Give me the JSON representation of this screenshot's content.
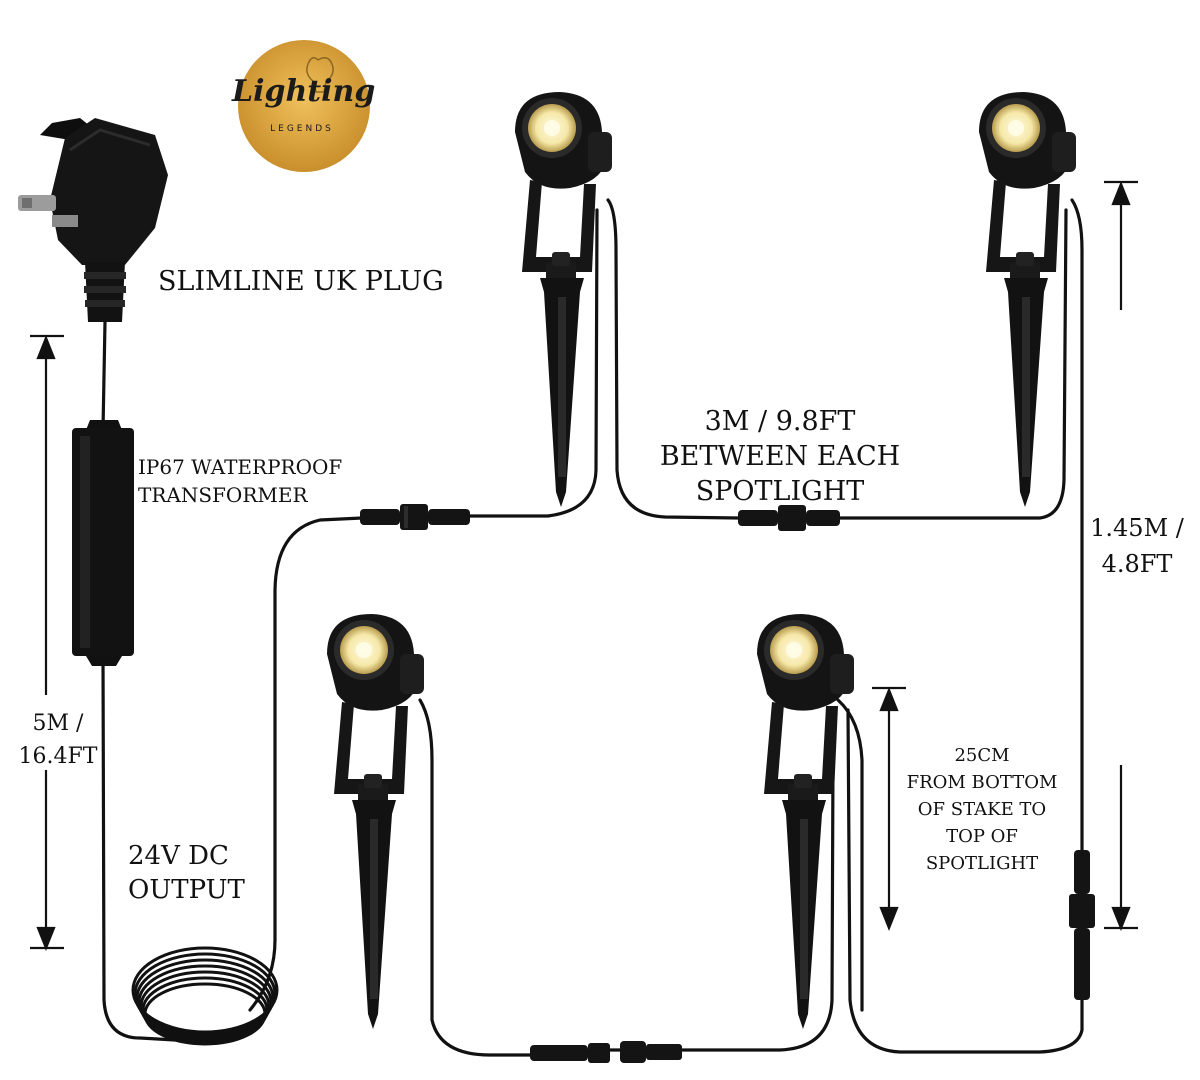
{
  "brand": {
    "logo_main": "Lighting",
    "logo_sub": "LEGENDS",
    "badge_color": "#d9a441"
  },
  "labels": {
    "plug": "SLIMLINE UK PLUG",
    "transformer": [
      "IP67 WATERPROOF",
      "TRANSFORMER"
    ],
    "output": [
      "24V DC",
      "OUTPUT"
    ],
    "cable_length": [
      "5M /",
      "16.4FT"
    ],
    "spacing": [
      "3M / 9.8FT",
      "BETWEEN EACH",
      "SPOTLIGHT"
    ],
    "height": [
      "1.45M /",
      "4.8FT"
    ],
    "stake": [
      "25CM",
      "FROM BOTTOM",
      "OF STAKE TO",
      "TOP OF",
      "SPOTLIGHT"
    ]
  },
  "colors": {
    "cable": "#111111",
    "product_black": "#141414",
    "lamp_glow": "#fff6c9"
  },
  "icons": [
    "uk-plug-icon",
    "transformer-icon",
    "cable-coil-icon",
    "spotlight-icon",
    "connector-icon",
    "dimension-arrow-icon"
  ]
}
